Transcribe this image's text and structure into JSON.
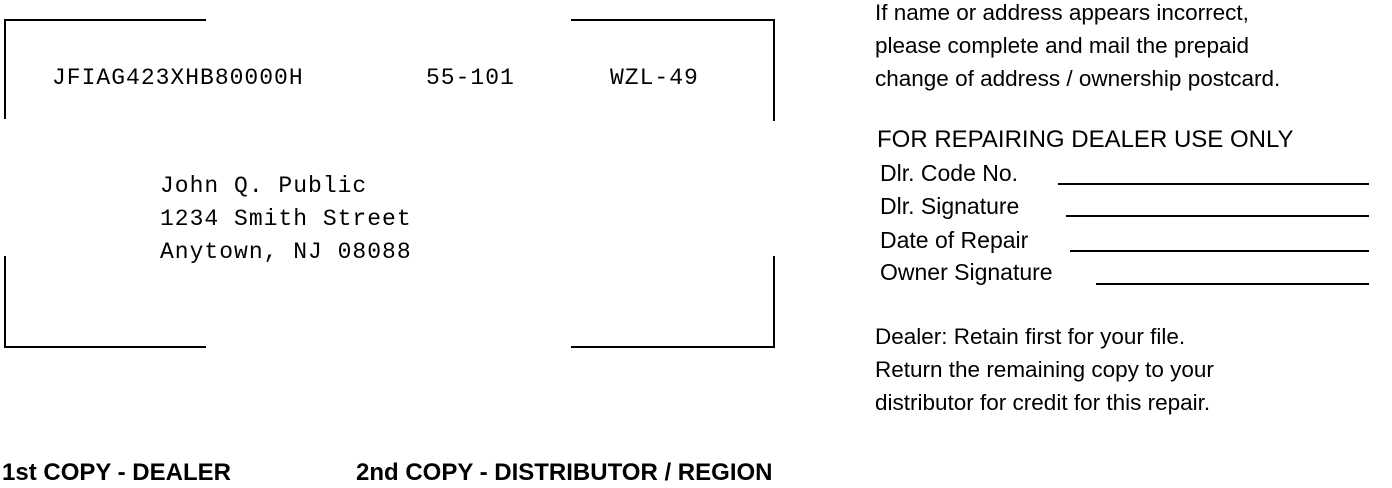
{
  "mailing_label": {
    "vin": "JFIAG423XHB80000H",
    "code1": "55-101",
    "code2": "WZL-49",
    "address_lines": [
      "John Q. Public",
      "1234 Smith Street",
      "Anytown, NJ 08088"
    ]
  },
  "address_notice": [
    "If name or address appears incorrect,",
    "please complete and mail the prepaid",
    "change of address / ownership postcard."
  ],
  "dealer_section": {
    "heading": "FOR REPAIRING DEALER USE ONLY",
    "fields": [
      "Dlr. Code No.",
      "Dlr. Signature",
      "Date of Repair",
      "Owner Signature"
    ]
  },
  "dealer_instructions": [
    "Dealer: Retain first for your file.",
    "Return the remaining copy to your",
    "distributor for credit for this repair."
  ],
  "copies": {
    "first": "1st COPY - DEALER",
    "second": "2nd COPY - DISTRIBUTOR / REGION"
  }
}
